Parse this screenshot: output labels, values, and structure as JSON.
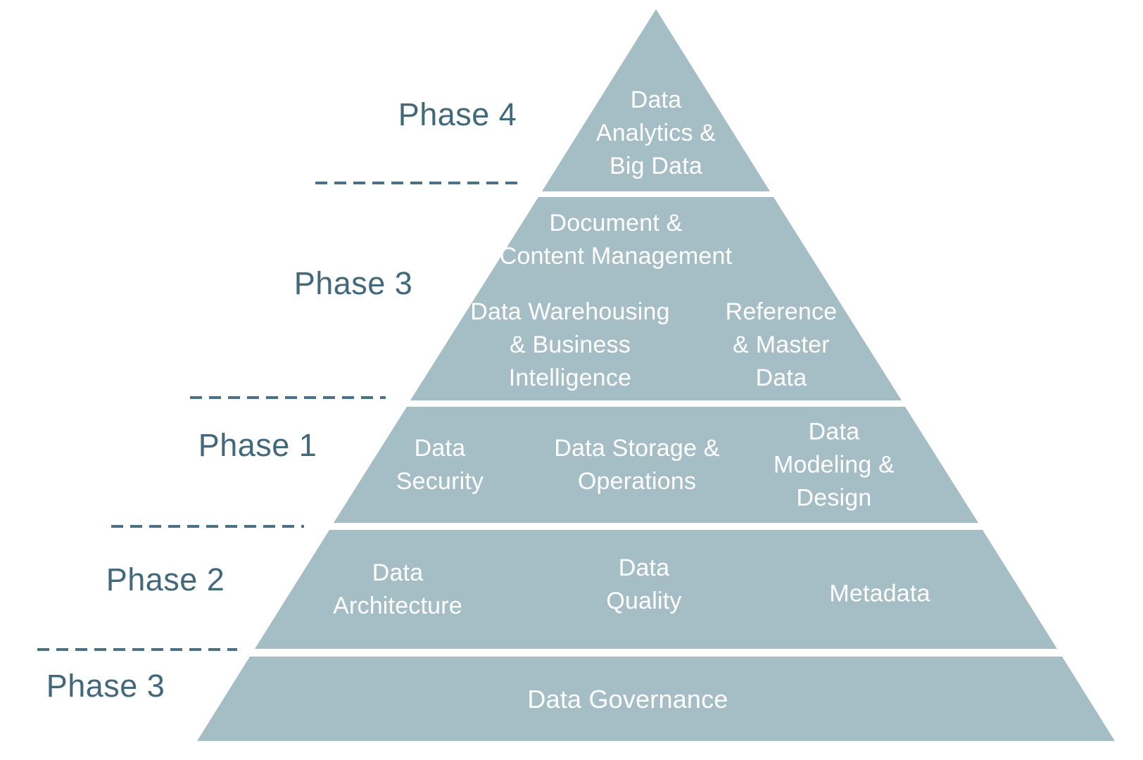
{
  "colors": {
    "pyramid": "#a5bec5",
    "phase_label": "#41687b",
    "dashed_line": "#4a7186",
    "tier_text": "#ffffff",
    "background": "#ffffff"
  },
  "phase_labels": [
    {
      "id": "phase-4",
      "label": "Phase 4"
    },
    {
      "id": "phase-3-upper",
      "label": "Phase 3"
    },
    {
      "id": "phase-1",
      "label": "Phase 1"
    },
    {
      "id": "phase-2",
      "label": "Phase 2"
    },
    {
      "id": "phase-3-lower",
      "label": "Phase 3"
    }
  ],
  "pyramid": {
    "tiers": [
      {
        "level": 1,
        "phase": "Phase 4",
        "items": [
          {
            "text": "Data\nAnalytics &\nBig Data"
          }
        ]
      },
      {
        "level": 2,
        "phase": "Phase 3",
        "heading": "Document &\nContent Management",
        "items": [
          {
            "text": "Data Warehousing\n& Business\nIntelligence"
          },
          {
            "text": "Reference\n& Master\nData"
          }
        ]
      },
      {
        "level": 3,
        "phase": "Phase 1",
        "items": [
          {
            "text": "Data\nSecurity"
          },
          {
            "text": "Data Storage &\nOperations"
          },
          {
            "text": "Data\nModeling &\nDesign"
          }
        ]
      },
      {
        "level": 4,
        "phase": "Phase 2",
        "items": [
          {
            "text": "Data\nArchitecture"
          },
          {
            "text": "Data\nQuality"
          },
          {
            "text": "Metadata"
          }
        ]
      },
      {
        "level": 5,
        "phase": "Phase 3",
        "items": [
          {
            "text": "Data Governance"
          }
        ]
      }
    ]
  }
}
